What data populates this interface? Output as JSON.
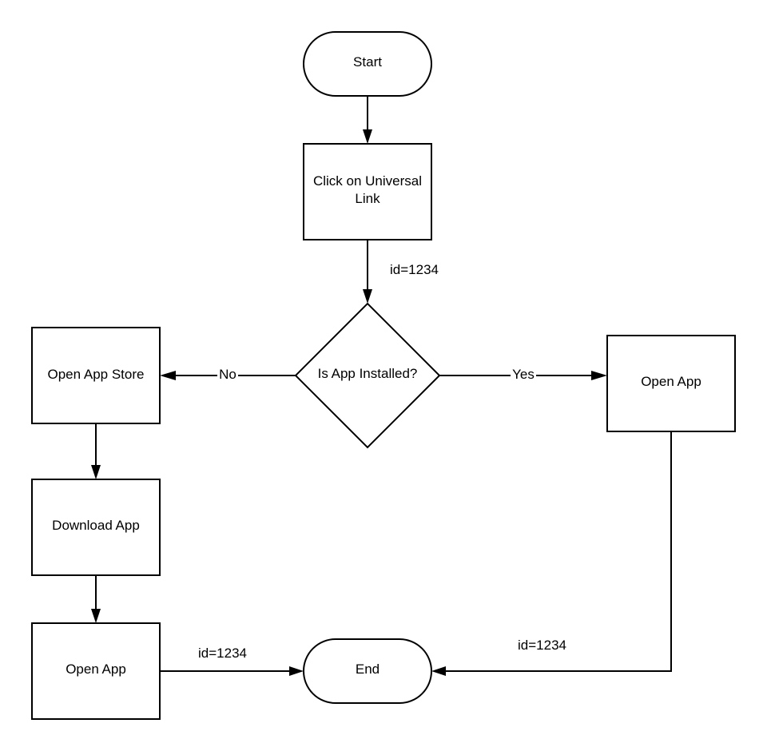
{
  "diagram": {
    "nodes": {
      "start": {
        "shape": "terminator",
        "text": "Start"
      },
      "click_link": {
        "shape": "process",
        "line1": "Click on Universal",
        "line2": "Link"
      },
      "decision": {
        "shape": "decision",
        "text": "Is App Installed?"
      },
      "open_app_store": {
        "shape": "process",
        "text": "Open App Store"
      },
      "download_app": {
        "shape": "process",
        "text": "Download App"
      },
      "open_app_left": {
        "shape": "process",
        "text": "Open App"
      },
      "open_app_right": {
        "shape": "process",
        "text": "Open App"
      },
      "end": {
        "shape": "terminator",
        "text": "End"
      }
    },
    "edges": {
      "start_to_click": {
        "from": "start",
        "to": "click_link",
        "label": ""
      },
      "click_to_decision": {
        "from": "click_link",
        "to": "decision",
        "label": "id=1234"
      },
      "decision_no": {
        "from": "decision",
        "to": "open_app_store",
        "label": "No"
      },
      "decision_yes": {
        "from": "decision",
        "to": "open_app_right",
        "label": "Yes"
      },
      "store_to_download": {
        "from": "open_app_store",
        "to": "download_app",
        "label": ""
      },
      "download_to_open": {
        "from": "download_app",
        "to": "open_app_left",
        "label": ""
      },
      "open_left_to_end": {
        "from": "open_app_left",
        "to": "end",
        "label": "id=1234"
      },
      "open_right_to_end": {
        "from": "open_app_right",
        "to": "end",
        "label": "id=1234"
      }
    }
  }
}
